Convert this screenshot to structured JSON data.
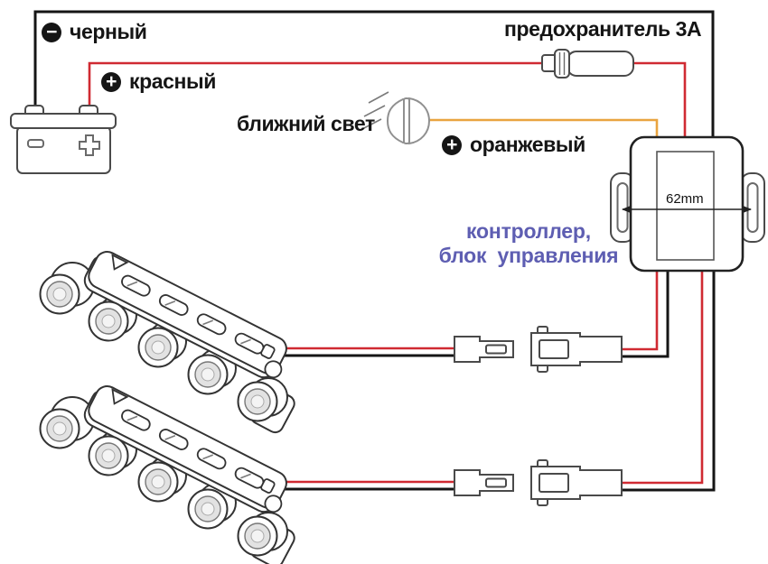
{
  "labels": {
    "black_wire": "черный",
    "red_wire": "красный",
    "fuse": "предохранитель 3А",
    "low_beam": "ближний свет",
    "orange_wire": "оранжевый",
    "controller_line1": "контроллер,",
    "controller_line2": "блок управления",
    "dimension": "62mm"
  },
  "badges": {
    "minus": "−",
    "plus": "+"
  },
  "colors": {
    "wire_red": "#d02a32",
    "wire_orange": "#e9a440",
    "wire_black": "#151515",
    "label_blue": "#5e5eb2"
  }
}
